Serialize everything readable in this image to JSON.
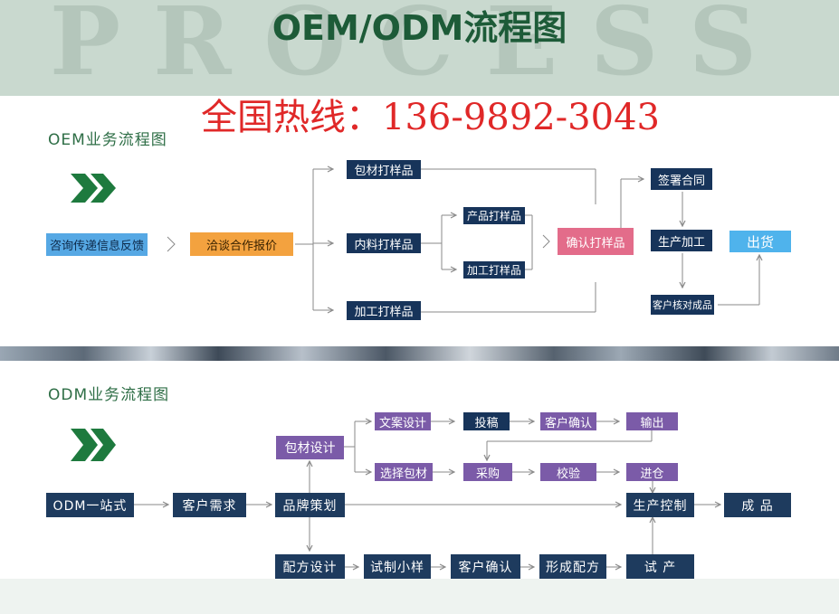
{
  "header": {
    "watermark": "PROCESS",
    "title": "OEM/ODM流程图",
    "hotline": "全国热线：136-9892-3043"
  },
  "oem": {
    "section_title": "OEM业务流程图",
    "nodes": {
      "consult": "咨询传递信息反馈",
      "negotiate": "洽谈合作报价",
      "pack_sample": "包材打样品",
      "inner_sample": "内料打样品",
      "product_sample": "产品打样品",
      "process_sample_1": "加工打样品",
      "process_sample_2": "加工打样品",
      "confirm_sample": "确认打样品",
      "sign_contract": "签署合同",
      "production": "生产加工",
      "customer_check": "客户核对成品",
      "ship": "出货"
    }
  },
  "odm": {
    "section_title": "ODM业务流程图",
    "nodes": {
      "one_stop": "ODM一站式",
      "customer_demand": "客户需求",
      "brand_plan": "品牌策划",
      "package_design": "包材设计",
      "copy_design": "文案设计",
      "submit": "投稿",
      "customer_confirm_1": "客户确认",
      "output": "输出",
      "select_package": "选择包材",
      "purchase": "采购",
      "inspect": "校验",
      "warehouse": "进仓",
      "production_control": "生产控制",
      "finished": "成 品",
      "formula_design": "配方设计",
      "trial_sample": "试制小样",
      "customer_confirm_2": "客户确认",
      "form_formula": "形成配方",
      "trial_production": "试 产"
    }
  },
  "colors": {
    "navy": "#17345a",
    "purple": "#7b5ba8",
    "pink": "#e36c8a",
    "blue": "#56a8e4",
    "orange": "#f3a23f",
    "light_blue": "#4fb3ec",
    "green": "#1e7a3e",
    "hotline_red": "#e02828"
  },
  "icons": [
    "double-chevron-icon"
  ]
}
